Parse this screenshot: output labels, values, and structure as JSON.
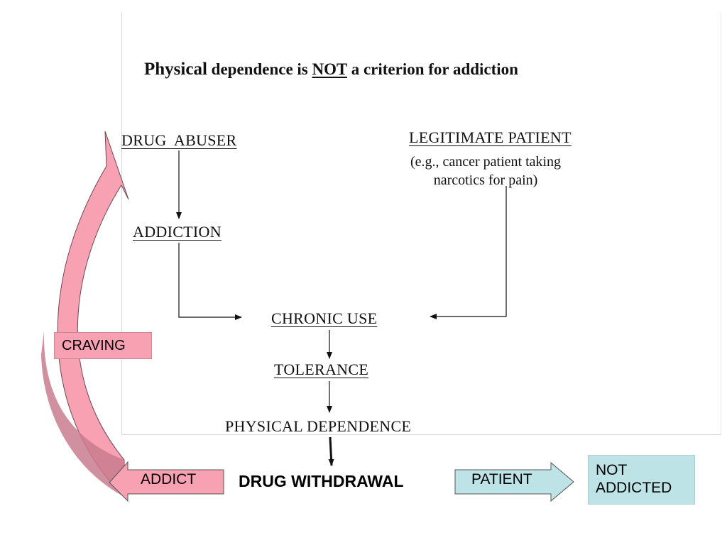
{
  "title": {
    "part1": "Physical",
    "part2": " dependence is ",
    "part3": "NOT",
    "part4": " a criterion for addiction"
  },
  "nodes": {
    "drug_abuser": "DRUG  ABUSER",
    "addiction": "ADDICTION",
    "legitimate_patient": "LEGITIMATE PATIENT",
    "patient_note_line1": "(e.g., cancer patient taking",
    "patient_note_line2": "narcotics for pain)",
    "chronic_use": "CHRONIC USE",
    "tolerance": "TOLERANCE",
    "physical_dependence": "PHYSICAL DEPENDENCE"
  },
  "labels": {
    "craving": "CRAVING",
    "addict": "ADDICT",
    "drug_withdrawal": "DRUG WITHDRAWAL",
    "patient": "PATIENT",
    "not_addicted_line1": "NOT",
    "not_addicted_line2": "ADDICTED"
  },
  "colors": {
    "pink": "#f7a1b3",
    "pink_dark": "#c97c8e",
    "teal": "#bde3e6"
  }
}
